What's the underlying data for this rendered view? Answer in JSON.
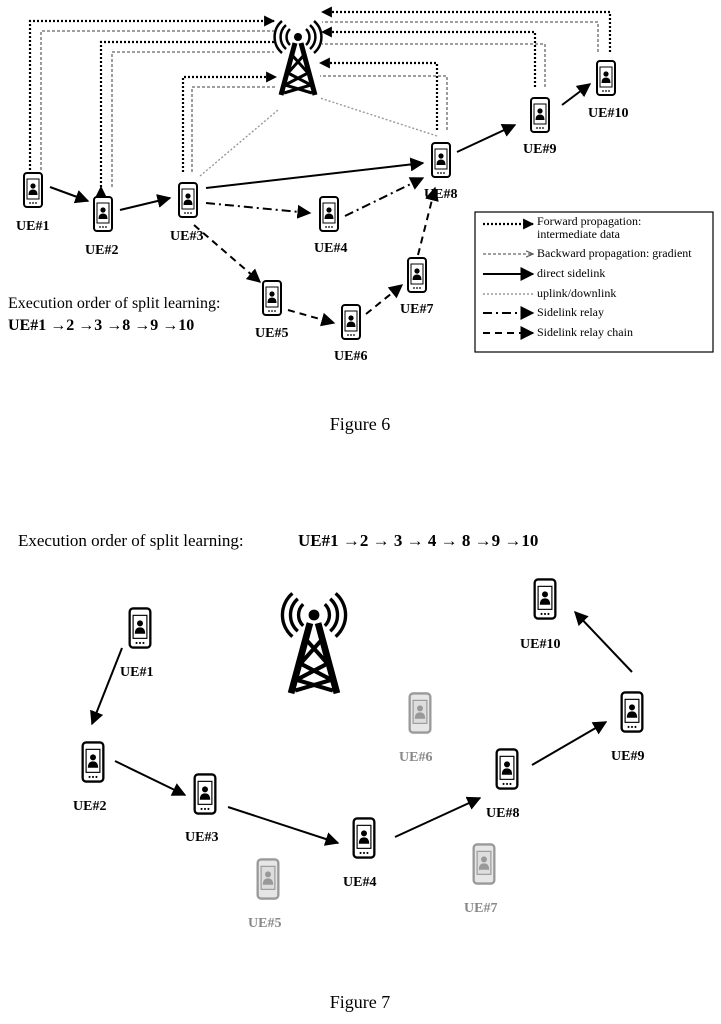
{
  "figure6": {
    "caption": "Figure 6",
    "execution_title": "Execution order of split learning:",
    "execution_order": "UE#1 →2 →3 →8 →9 →10",
    "ues": [
      "UE#1",
      "UE#2",
      "UE#3",
      "UE#4",
      "UE#5",
      "UE#6",
      "UE#7",
      "UE#8",
      "UE#9",
      "UE#10"
    ],
    "legend": [
      {
        "label": "Forward propagation:",
        "label2": "intermediate data",
        "style": "forward"
      },
      {
        "label": "Backward propagation: gradient",
        "style": "backward"
      },
      {
        "label": "direct sidelink",
        "style": "direct"
      },
      {
        "label": "uplink/downlink",
        "style": "uplink"
      },
      {
        "label": "Sidelink relay",
        "style": "relay"
      },
      {
        "label": "Sidelink relay chain",
        "style": "chain"
      }
    ]
  },
  "figure7": {
    "caption": "Figure 7",
    "execution_title": "Execution order of split learning:",
    "execution_order": "UE#1 →2 → 3 → 4 → 8 →9 →10",
    "ues": [
      "UE#1",
      "UE#2",
      "UE#3",
      "UE#4",
      "UE#5",
      "UE#6",
      "UE#7",
      "UE#8",
      "UE#9",
      "UE#10"
    ],
    "inactive_ues": [
      "UE#5",
      "UE#6",
      "UE#7"
    ]
  },
  "icons": {
    "base_station": "cell-tower-icon",
    "ue": "smartphone-icon"
  }
}
